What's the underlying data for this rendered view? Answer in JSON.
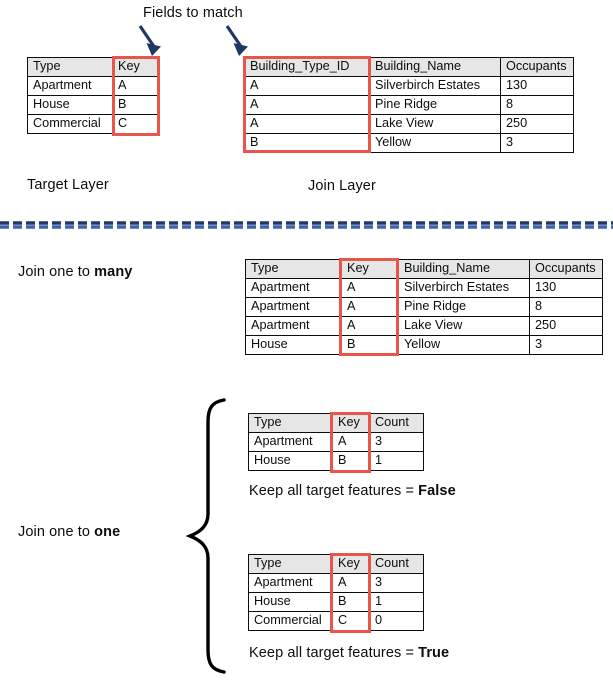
{
  "diagram": {
    "title_annotation": "Fields to match",
    "colors": {
      "highlight_red": "#e8554a",
      "arrow_navy": "#1f3864",
      "divider_blue": "#2a52a0",
      "header_gray": "#e6e6e6",
      "border_black": "#0d0d0d"
    }
  },
  "top_section": {
    "annotation": "Fields to match",
    "target": {
      "caption": "Target Layer",
      "columns": [
        "Type",
        "Key"
      ],
      "highlighted_column": "Key",
      "rows": [
        [
          "Apartment",
          "A"
        ],
        [
          "House",
          "B"
        ],
        [
          "Commercial",
          "C"
        ]
      ]
    },
    "join": {
      "caption": "Join Layer",
      "columns": [
        "Building_Type_ID",
        "Building_Name",
        "Occupants"
      ],
      "highlighted_column": "Building_Type_ID",
      "rows": [
        [
          "A",
          "Silverbirch Estates",
          "130"
        ],
        [
          "A",
          "Pine Ridge",
          "8"
        ],
        [
          "A",
          "Lake View",
          "250"
        ],
        [
          "B",
          "Yellow",
          "3"
        ]
      ]
    }
  },
  "one_to_many": {
    "label_prefix": "Join one to ",
    "label_emphasis": "many",
    "table": {
      "columns": [
        "Type",
        "Key",
        "Building_Name",
        "Occupants"
      ],
      "highlighted_column": "Key",
      "rows": [
        [
          "Apartment",
          "A",
          "Silverbirch Estates",
          "130"
        ],
        [
          "Apartment",
          "A",
          "Pine Ridge",
          "8"
        ],
        [
          "Apartment",
          "A",
          "Lake View",
          "250"
        ],
        [
          "House",
          "B",
          "Yellow",
          "3"
        ]
      ]
    }
  },
  "one_to_one": {
    "label_prefix": "Join one to ",
    "label_emphasis": "one",
    "keep_false": {
      "caption_prefix": "Keep all target features = ",
      "caption_emphasis": "False",
      "table": {
        "columns": [
          "Type",
          "Key",
          "Count"
        ],
        "highlighted_column": "Key",
        "rows": [
          [
            "Apartment",
            "A",
            "3"
          ],
          [
            "House",
            "B",
            "1"
          ]
        ]
      }
    },
    "keep_true": {
      "caption_prefix": "Keep all target features = ",
      "caption_emphasis": "True",
      "table": {
        "columns": [
          "Type",
          "Key",
          "Count"
        ],
        "highlighted_column": "Key",
        "rows": [
          [
            "Apartment",
            "A",
            "3"
          ],
          [
            "House",
            "B",
            "1"
          ],
          [
            "Commercial",
            "C",
            "0"
          ]
        ]
      }
    }
  }
}
